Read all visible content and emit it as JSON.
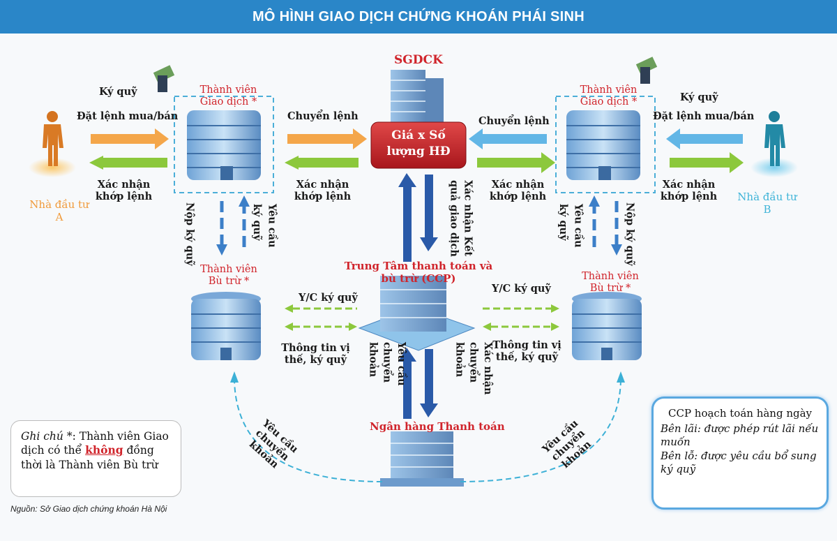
{
  "title": "MÔ HÌNH GIAO DỊCH CHỨNG KHOÁN PHÁI SINH",
  "sgdck": "SGDCK",
  "price_box": "Giá x Số lượng HĐ",
  "member_trade": "Thành viên Giao dịch *",
  "member_clear": "Thành viên Bù trừ *",
  "investor_a": "Nhà đầu tư A",
  "investor_b": "Nhà đầu tư B",
  "margin": "Ký quỹ",
  "place_order": "Đặt lệnh mua/bán",
  "confirm_match": "Xác nhận khớp lệnh",
  "forward_order": "Chuyển lệnh",
  "deposit_margin": "Nộp ký quỹ",
  "request_margin": "Yêu cầu ký quỹ",
  "confirm_result": "Xác nhận Kết quả giao dịch",
  "ccp": "Trung Tâm thanh toán và bù trừ (CCP)",
  "yc_margin": "Y/C ký quỹ",
  "position_info": "Thông tin vị thế, ký quỹ",
  "request_transfer": "Yêu cầu chuyển khoản",
  "confirm_transfer": "Xác nhận chuyển khoản",
  "bank": "Ngân hàng Thanh toán",
  "note": {
    "prefix": "Ghi chú *",
    "text1": ": Thành viên Giao dịch có thể ",
    "emph": "không",
    "text2": " đồng thời là Thành viên Bù trừ"
  },
  "ccp_box": {
    "title": "CCP hoạch toán hàng ngày",
    "line1": "Bên lãi: được phép rút lãi nếu muốn",
    "line2": "Bên lỗ: được yêu cầu bổ sung ký quỹ"
  },
  "source": "Nguồn: Sở Giao dịch chứng khoán Hà Nội",
  "colors": {
    "banner": "#2a86c8",
    "orange_arrow": "#f4a64a",
    "green_arrow": "#8cc83c",
    "blue_arrow": "#62b6e6",
    "dark_blue": "#2a5aa8",
    "red": "#d0242b"
  }
}
